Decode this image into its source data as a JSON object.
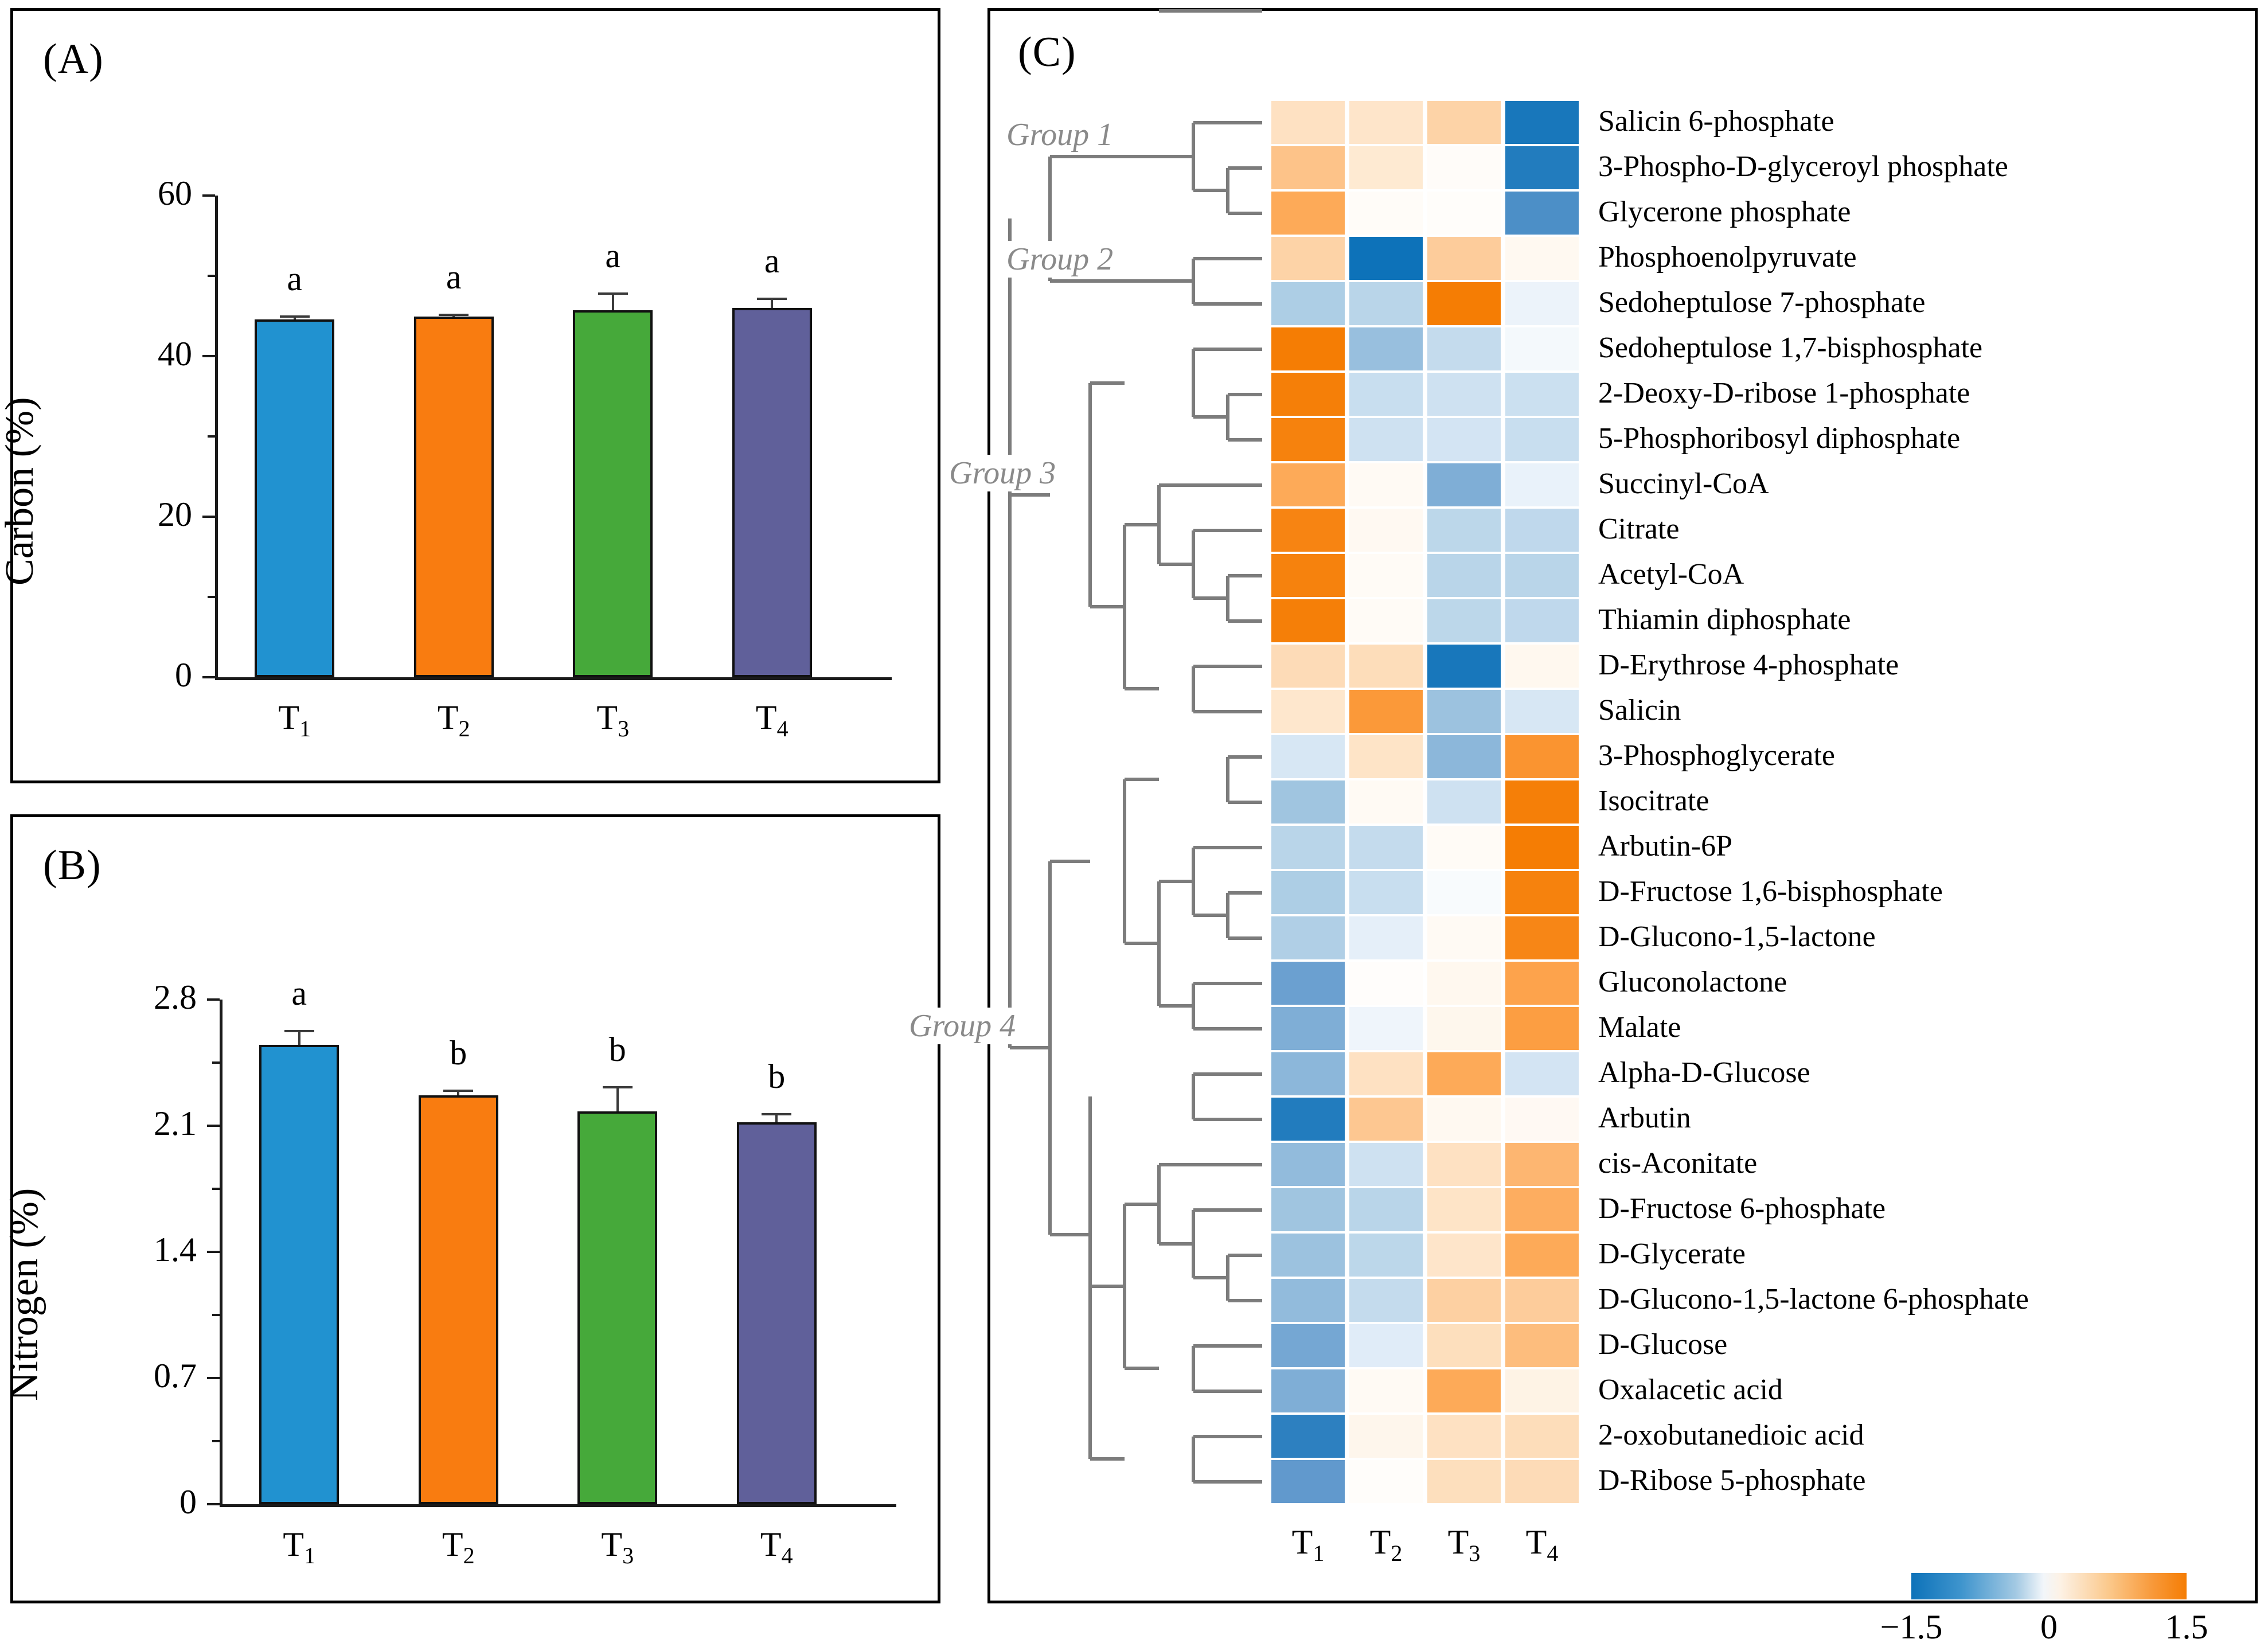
{
  "panels": {
    "a": {
      "tag": "(A)"
    },
    "b": {
      "tag": "(B)"
    },
    "c": {
      "tag": "(C)"
    }
  },
  "chart_data": [
    {
      "type": "bar",
      "panel": "(A)",
      "title": "",
      "xlabel": "",
      "ylabel": "Carbon (%)",
      "categories": [
        "T1",
        "T2",
        "T3",
        "T4"
      ],
      "category_labels": [
        "T",
        "T",
        "T",
        "T"
      ],
      "category_subs": [
        "1",
        "2",
        "3",
        "4"
      ],
      "values": [
        44.6,
        44.9,
        45.7,
        46.0
      ],
      "errors": [
        0.5,
        0.4,
        2.2,
        1.3
      ],
      "sig_letters": [
        "a",
        "a",
        "a",
        "a"
      ],
      "colors": [
        "#2192d0",
        "#f97c10",
        "#46a93a",
        "#60609a"
      ],
      "ylim": [
        0,
        60
      ],
      "yticks": [
        0,
        20,
        40,
        60
      ],
      "ytick_labels": [
        "0",
        "20",
        "40",
        "60"
      ],
      "grid": false,
      "legend": "none"
    },
    {
      "type": "bar",
      "panel": "(B)",
      "title": "",
      "xlabel": "",
      "ylabel": "Nitrogen (%)",
      "categories": [
        "T1",
        "T2",
        "T3",
        "T4"
      ],
      "category_labels": [
        "T",
        "T",
        "T",
        "T"
      ],
      "category_subs": [
        "1",
        "2",
        "3",
        "4"
      ],
      "values": [
        2.55,
        2.27,
        2.18,
        2.12
      ],
      "errors": [
        0.08,
        0.03,
        0.14,
        0.05
      ],
      "sig_letters": [
        "a",
        "b",
        "b",
        "b"
      ],
      "colors": [
        "#2192d0",
        "#f97c10",
        "#46a93a",
        "#60609a"
      ],
      "ylim": [
        0,
        2.8
      ],
      "yticks": [
        0,
        0.7,
        1.4,
        2.1,
        2.8
      ],
      "ytick_labels": [
        "0",
        "0.7",
        "1.4",
        "2.1",
        "2.8"
      ],
      "grid": false,
      "legend": "none"
    },
    {
      "type": "heatmap",
      "panel": "(C)",
      "title": "",
      "columns": [
        "T1",
        "T2",
        "T3",
        "T4"
      ],
      "column_labels": [
        "T",
        "T",
        "T",
        "T"
      ],
      "column_subs": [
        "1",
        "2",
        "3",
        "4"
      ],
      "rows": [
        "Salicin 6-phosphate",
        "3-Phospho-D-glyceroyl phosphate",
        "Glycerone phosphate",
        "Phosphoenolpyruvate",
        "Sedoheptulose 7-phosphate",
        "Sedoheptulose 1,7-bisphosphate",
        "2-Deoxy-D-ribose 1-phosphate",
        "5-Phosphoribosyl diphosphate",
        "Succinyl-CoA",
        "Citrate",
        "Acetyl-CoA",
        "Thiamin diphosphate",
        "D-Erythrose 4-phosphate",
        "Salicin",
        "3-Phosphoglycerate",
        "Isocitrate",
        "Arbutin-6P",
        "D-Fructose 1,6-bisphosphate",
        "D-Glucono-1,5-lactone",
        "Gluconolactone",
        "Malate",
        "Alpha-D-Glucose",
        "Arbutin",
        "cis-Aconitate",
        "D-Fructose 6-phosphate",
        "D-Glycerate",
        "D-Glucono-1,5-lactone 6-phosphate",
        "D-Glucose",
        "Oxalacetic acid",
        "2-oxobutanedioic acid",
        "D-Ribose 5-phosphate"
      ],
      "values": [
        [
          0.55,
          0.5,
          0.72,
          -1.45
        ],
        [
          0.85,
          0.45,
          0.07,
          -1.4
        ],
        [
          1.05,
          0.08,
          0.06,
          -1.2
        ],
        [
          0.72,
          -1.5,
          0.78,
          0.16
        ],
        [
          -0.7,
          -0.62,
          1.5,
          -0.22
        ],
        [
          1.5,
          -0.82,
          -0.55,
          -0.12
        ],
        [
          1.48,
          -0.52,
          -0.48,
          -0.5
        ],
        [
          1.45,
          -0.48,
          -0.45,
          -0.52
        ],
        [
          1.05,
          0.12,
          -0.95,
          -0.25
        ],
        [
          1.42,
          0.15,
          -0.6,
          -0.58
        ],
        [
          1.45,
          0.1,
          -0.62,
          -0.62
        ],
        [
          1.48,
          0.1,
          -0.6,
          -0.58
        ],
        [
          0.62,
          0.6,
          -1.45,
          0.18
        ],
        [
          0.48,
          1.2,
          -0.8,
          -0.42
        ],
        [
          -0.42,
          0.52,
          -0.88,
          1.25
        ],
        [
          -0.78,
          0.12,
          -0.48,
          1.48
        ],
        [
          -0.62,
          -0.55,
          0.1,
          1.5
        ],
        [
          -0.7,
          -0.52,
          -0.08,
          1.45
        ],
        [
          -0.68,
          -0.3,
          0.12,
          1.4
        ],
        [
          -1.05,
          0.05,
          0.18,
          1.1
        ],
        [
          -0.95,
          -0.18,
          0.2,
          1.15
        ],
        [
          -0.88,
          0.55,
          1.05,
          -0.45
        ],
        [
          -1.4,
          0.82,
          0.16,
          0.14
        ],
        [
          -0.85,
          -0.48,
          0.55,
          0.95
        ],
        [
          -0.78,
          -0.62,
          0.52,
          1.02
        ],
        [
          -0.8,
          -0.6,
          0.5,
          1.05
        ],
        [
          -0.85,
          -0.55,
          0.75,
          0.78
        ],
        [
          -1.0,
          -0.35,
          0.58,
          0.9
        ],
        [
          -0.95,
          0.12,
          1.05,
          0.3
        ],
        [
          -1.35,
          0.22,
          0.55,
          0.6
        ],
        [
          -1.1,
          0.06,
          0.58,
          0.62
        ]
      ],
      "cluster_labels": [
        "Group 1",
        "Group 2",
        "Group 3",
        "Group 4"
      ],
      "cluster_members": {
        "Group 1": [
          0,
          1,
          2
        ],
        "Group 2": [
          3,
          4
        ],
        "Group 3": [
          5,
          6,
          7,
          8,
          9,
          10,
          11,
          12,
          13
        ],
        "Group 4": [
          14,
          15,
          16,
          17,
          18,
          19,
          20,
          21,
          22,
          23,
          24,
          25,
          26,
          27,
          28,
          29,
          30
        ]
      },
      "colorbar": {
        "min_label": "−1.5",
        "mid_label": "0",
        "max_label": "1.5",
        "min": -1.5,
        "max": 1.5,
        "low_color": "#0d72b9",
        "mid_color": "#ffffff",
        "high_color": "#f57d04"
      },
      "legend": "bottom-right"
    }
  ]
}
